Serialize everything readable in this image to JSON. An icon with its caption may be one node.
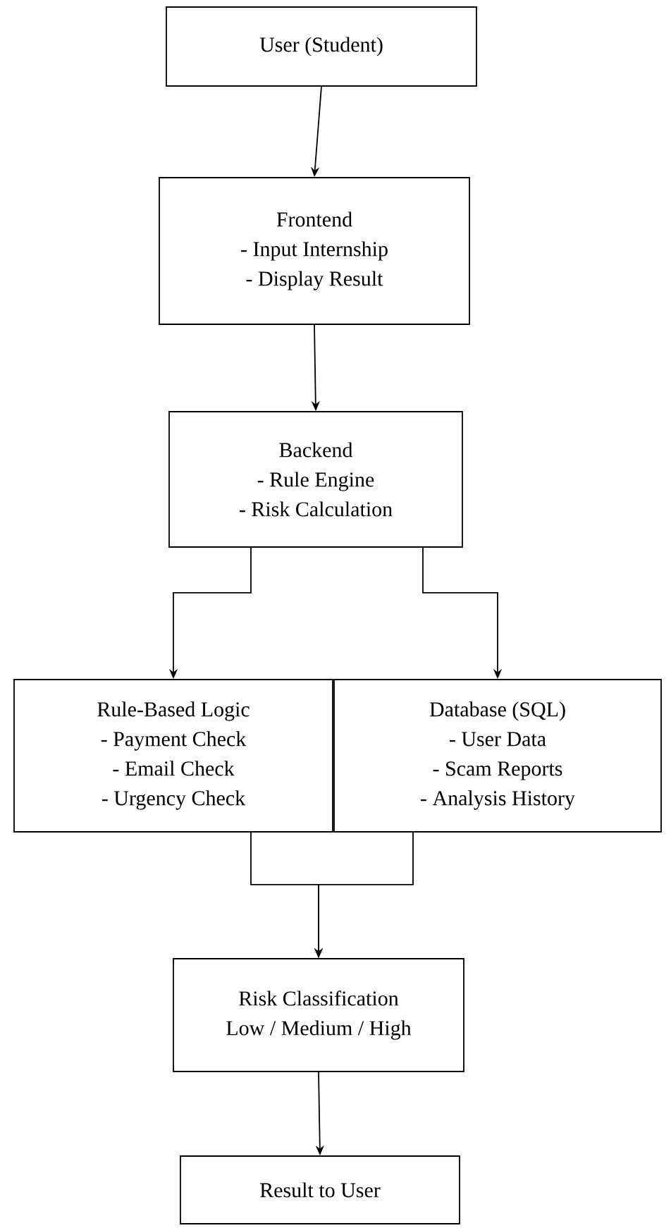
{
  "diagram": {
    "nodes": [
      {
        "text": [
          "User (Student)"
        ]
      },
      {
        "text": [
          "Frontend",
          "- Input Internship",
          "- Display Result"
        ]
      },
      {
        "text": [
          "Backend",
          "- Rule Engine",
          "- Risk Calculation"
        ]
      },
      {
        "text": [
          "Rule-Based Logic",
          "- Payment Check",
          "- Email Check",
          "- Urgency Check"
        ]
      },
      {
        "text": [
          "Database (SQL)",
          "- User Data",
          "- Scam Reports",
          "- Analysis History"
        ]
      },
      {
        "text": [
          "Risk Classification",
          "Low / Medium / High"
        ]
      },
      {
        "text": [
          "Result to User"
        ]
      }
    ],
    "edges": [
      {
        "from": 0,
        "to": 1,
        "arrow": "to"
      },
      {
        "from": 1,
        "to": 2,
        "arrow": "to"
      },
      {
        "from": 2,
        "to": 3,
        "arrow": "to"
      },
      {
        "from": 2,
        "to": 4,
        "arrow": "to"
      },
      {
        "from": 3,
        "to": 5,
        "arrow": "to"
      },
      {
        "from": 4,
        "to": 5,
        "arrow": "to"
      },
      {
        "from": 5,
        "to": 6,
        "arrow": "to"
      }
    ]
  }
}
